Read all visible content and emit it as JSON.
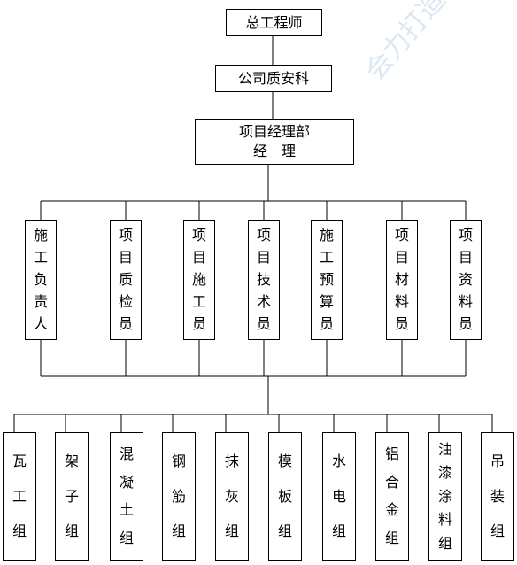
{
  "top": {
    "chief_engineer": "总工程师",
    "company_qa": "公司质安科"
  },
  "pm": {
    "line1": "项目经理部",
    "line2": "经　理"
  },
  "middle": [
    "施工负责人",
    "项目质检员",
    "项目施工员",
    "项目技术员",
    "施工预算员",
    "项目材料员",
    "项目资料员"
  ],
  "bottom": [
    "瓦工组",
    "架子组",
    "混凝土组",
    "钢筋组",
    "抹灰组",
    "模板组",
    "水电组",
    "铝合金组",
    "油漆涂料组",
    "吊装组"
  ],
  "watermark": "会力打造"
}
